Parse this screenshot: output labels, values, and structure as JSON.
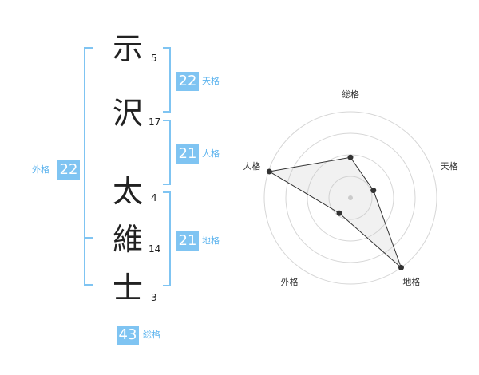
{
  "name": {
    "chars": [
      {
        "char": "示",
        "strokes": "5"
      },
      {
        "char": "沢",
        "strokes": "17"
      },
      {
        "char": "太",
        "strokes": "4"
      },
      {
        "char": "維",
        "strokes": "14"
      },
      {
        "char": "士",
        "strokes": "3"
      }
    ]
  },
  "grades": {
    "tenkaku": {
      "value": "22",
      "label": "天格"
    },
    "jinkaku": {
      "value": "21",
      "label": "人格"
    },
    "chikaku": {
      "value": "21",
      "label": "地格"
    },
    "gaikaku": {
      "value": "22",
      "label": "外格"
    },
    "soukaku": {
      "value": "43",
      "label": "総格"
    }
  },
  "colors": {
    "accent": "#7fc4f2",
    "accent_text": "#5bb3ee",
    "ink": "#222222"
  },
  "chart_data": {
    "type": "radar",
    "axes": [
      "総格",
      "天格",
      "地格",
      "外格",
      "人格"
    ],
    "rings": 4,
    "values": [
      0.47,
      0.28,
      1.0,
      0.22,
      0.99
    ]
  }
}
